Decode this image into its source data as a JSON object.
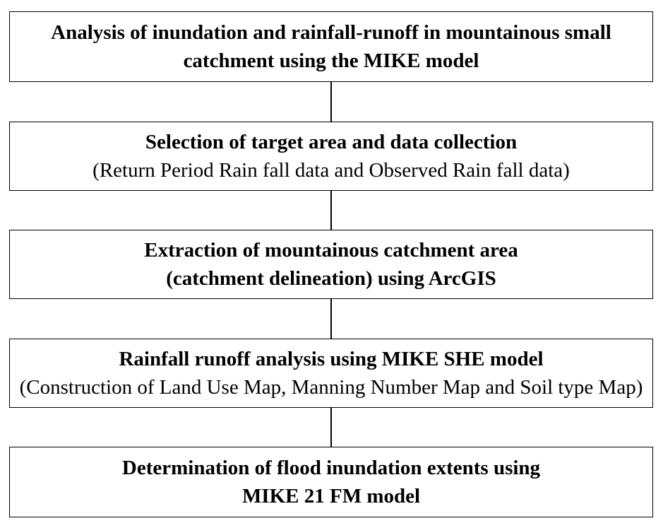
{
  "flowchart": {
    "steps": [
      {
        "title_lines": [
          "Analysis of inundation and rainfall-runoff in mountainous small",
          "catchment using the MIKE model"
        ],
        "detail_lines": []
      },
      {
        "title_lines": [
          "Selection of target area and data collection"
        ],
        "detail_lines": [
          "(Return Period Rain fall data and Observed Rain fall data)"
        ]
      },
      {
        "title_lines": [
          "Extraction of mountainous catchment area",
          "(catchment delineation) using ArcGIS"
        ],
        "detail_lines": []
      },
      {
        "title_lines": [
          "Rainfall runoff analysis using MIKE SHE model"
        ],
        "detail_lines": [
          "(Construction of Land Use Map, Manning Number Map and Soil type Map)"
        ]
      },
      {
        "title_lines": [
          "Determination of flood inundation extents using",
          "MIKE 21 FM model"
        ],
        "detail_lines": []
      }
    ]
  }
}
